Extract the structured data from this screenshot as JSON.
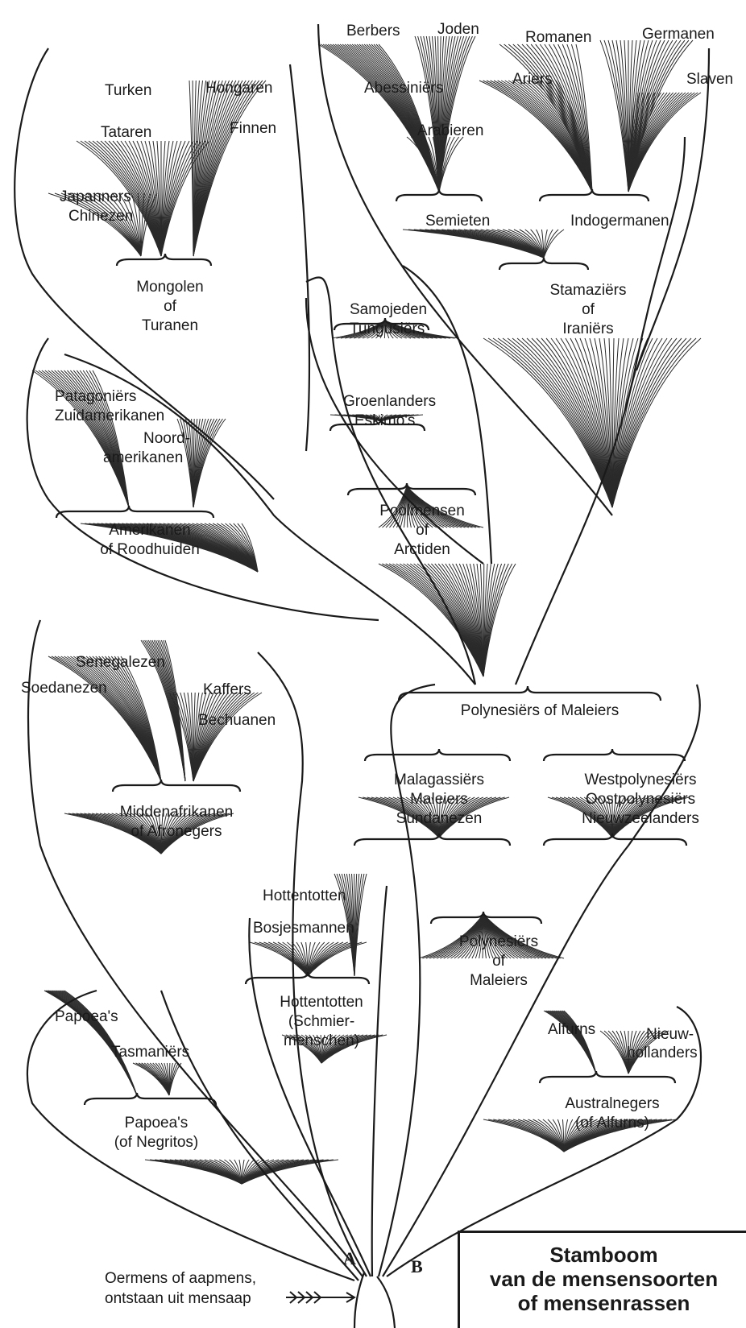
{
  "diagram": {
    "caption": {
      "line1": "Stamboom",
      "line2": "van de mensensoorten",
      "line3": "of mensenrassen"
    },
    "root": {
      "label_line1": "Oermens of aapmens,",
      "label_line2": "ontstaan uit mensaap",
      "trunk_a": "A",
      "trunk_b": "B"
    },
    "groups": {
      "mongolen": {
        "leaves": [
          "Turken",
          "Hongaren",
          "Tataren",
          "Finnen",
          "Japanners",
          "Chinezen"
        ],
        "label": [
          "Mongolen",
          "of",
          "Turanen"
        ]
      },
      "iraniers": {
        "leaves": [
          "Berbers",
          "Joden",
          "Romanen",
          "Germanen",
          "Abessiniërs",
          "Ariërs",
          "Slaven",
          "Arabieren"
        ],
        "semieten": "Semieten",
        "indogermanen": "Indogermanen",
        "label": [
          "Stamaziërs",
          "of",
          "Iraniërs"
        ]
      },
      "amerikanen": {
        "leaves": [
          "Patagoniërs",
          "Zuidamerikanen",
          "Noord-",
          "amerikanen"
        ],
        "label": [
          "Amerikanen",
          "of Roodhuiden"
        ]
      },
      "arctiden": {
        "leaves": [
          "Samojeden",
          "Tungusiërs",
          "Groenlanders",
          "Eskimo's"
        ],
        "label": [
          "Poolmensen",
          "of",
          "Arctiden"
        ]
      },
      "polynesiers_top": {
        "label": "Polynesiërs of Maleiers",
        "left_leaves": [
          "Malagassiërs",
          "Maleiers",
          "Sundanezen"
        ],
        "right_leaves": [
          "Westpolynesiërs",
          "Oostpolynesiërs",
          "Nieuwzeelanders"
        ],
        "label_lower": [
          "Polynesiërs",
          "of",
          "Maleiers"
        ]
      },
      "afronegers": {
        "leaves": [
          "Senegalezen",
          "Soedanezen",
          "Kaffers",
          "Bechuanen"
        ],
        "label": [
          "Middenafrikanen",
          "of Afronegers"
        ]
      },
      "hottentotten": {
        "leaves": [
          "Hottentotten",
          "Bosjesmannen"
        ],
        "label": [
          "Hottentotten",
          "(Schmier-",
          "menschen)"
        ]
      },
      "papoea": {
        "leaves": [
          "Papoea's",
          "Tasmaniërs"
        ],
        "label": [
          "Papoea's",
          "(of Negritos)"
        ]
      },
      "alfurns": {
        "leaves": [
          "Alfurns",
          "Nieuw-",
          "hollanders"
        ],
        "label": [
          "Australnegers",
          "(of Alfurns)"
        ]
      }
    }
  }
}
